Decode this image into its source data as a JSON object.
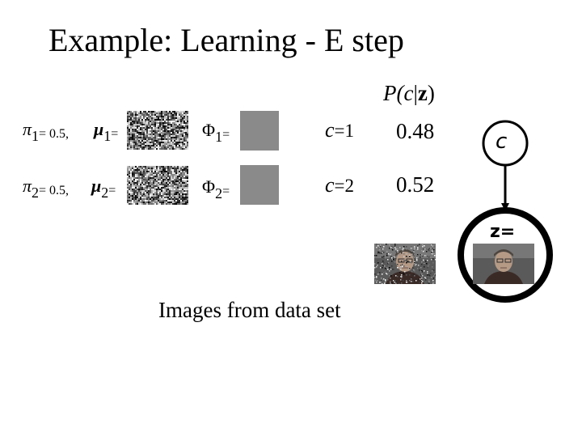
{
  "slide": {
    "title": "Example: Learning - E step",
    "posterior_header": {
      "prefix": "P(",
      "var_c": "c",
      "bar": "|",
      "var_z": "z",
      "suffix": ")"
    },
    "rows": [
      {
        "pi_symbol": "π",
        "pi_index": "1",
        "pi_value": "= 0.5,",
        "mu_symbol": "μ",
        "mu_index": "1",
        "mu_eq": "=",
        "phi_symbol": "Φ",
        "phi_index": "1",
        "phi_eq": "=",
        "c_var": "c",
        "c_value": "=1",
        "posterior": "0.48"
      },
      {
        "pi_symbol": "π",
        "pi_index": "2",
        "pi_value": "= 0.5,",
        "mu_symbol": "μ",
        "mu_index": "2",
        "mu_eq": "=",
        "phi_symbol": "Φ",
        "phi_index": "2",
        "phi_eq": "=",
        "c_var": "c",
        "c_value": "=2",
        "posterior": "0.52"
      }
    ],
    "graph": {
      "c_node_label": "c",
      "z_node_label": "z="
    },
    "caption": "Images from data set"
  }
}
